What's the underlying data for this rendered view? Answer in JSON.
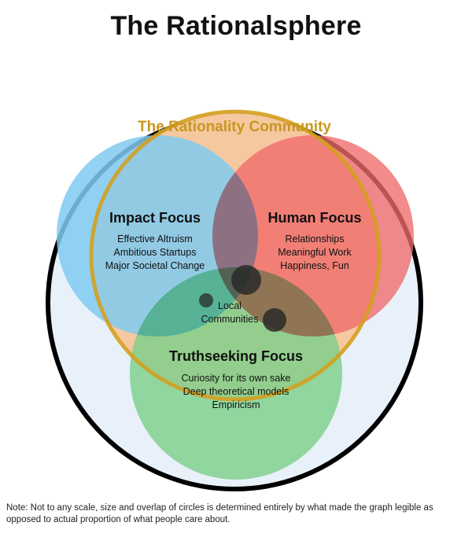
{
  "title": "The Rationalsphere",
  "community": {
    "label": "The Rationality Community"
  },
  "circles": {
    "impact": {
      "heading": "Impact Focus",
      "items": [
        "Effective Altruism",
        "Ambitious Startups",
        "Major Societal Change"
      ]
    },
    "human": {
      "heading": "Human Focus",
      "items": [
        "Relationships",
        "Meaningful Work",
        "Happiness, Fun"
      ]
    },
    "truth": {
      "heading": "Truthseeking Focus",
      "items": [
        "Curiosity for its own sake",
        "Deep theoretical models",
        "Empiricism"
      ]
    }
  },
  "center": {
    "lines": [
      "Local",
      "Communities"
    ]
  },
  "note": "Note: Not to any scale, size and overlap of circles is determined entirely by what made the graph legible as opposed to actual proportion of what people care about.",
  "colors": {
    "outer_fill": "#e8f1fa",
    "outer_stroke": "#000000",
    "community_ring": "#d4a020",
    "community_fill": "#f5c8a0",
    "community_text": "#c9971f",
    "impact_fill": "#80caf0",
    "human_fill": "#ef6a6a",
    "truth_fill": "#7ed08a",
    "dot_fill": "#2a2a2a"
  }
}
